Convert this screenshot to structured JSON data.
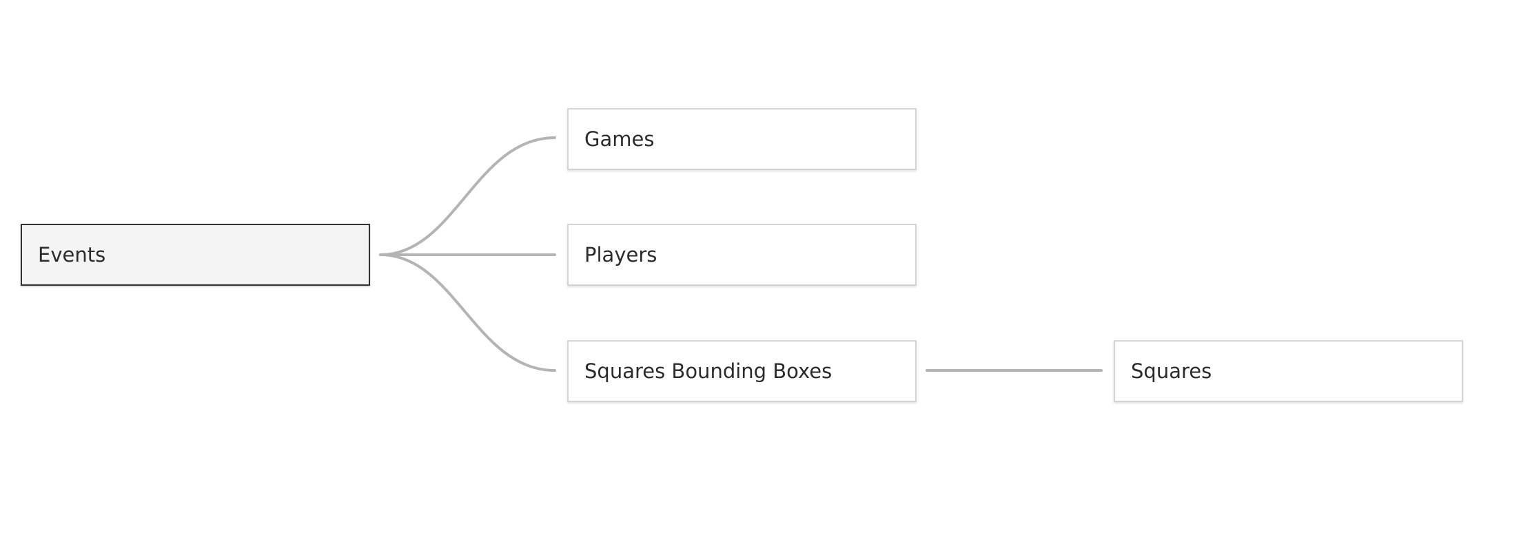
{
  "nodes": {
    "events": {
      "label": "Events"
    },
    "games": {
      "label": "Games"
    },
    "players": {
      "label": "Players"
    },
    "squares_bounding_boxes": {
      "label": "Squares Bounding Boxes"
    },
    "squares": {
      "label": "Squares"
    }
  },
  "relationships": [
    {
      "from": "Events",
      "to": "Games"
    },
    {
      "from": "Events",
      "to": "Players"
    },
    {
      "from": "Events",
      "to": "Squares Bounding Boxes"
    },
    {
      "from": "Squares Bounding Boxes",
      "to": "Squares"
    }
  ],
  "colors": {
    "connector": "#b4b4b4",
    "root_fill": "#f4f4f4",
    "root_border": "#333333",
    "node_border": "#d4d4d4",
    "text": "#2b2b2b"
  }
}
